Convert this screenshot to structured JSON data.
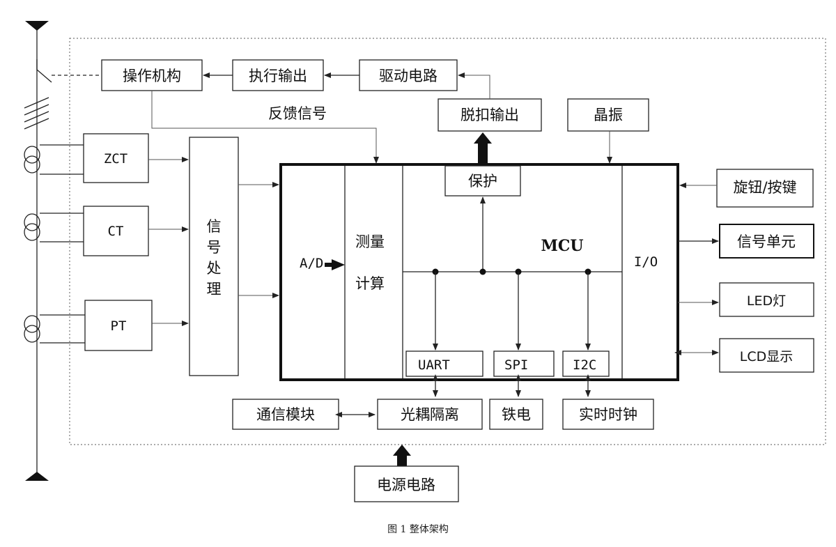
{
  "blocks": {
    "operating_mechanism": "操作机构",
    "execute_output": "执行输出",
    "drive_circuit": "驱动电路",
    "trip_output": "脱扣输出",
    "crystal": "晶振",
    "feedback_signal": "反馈信号",
    "zct": "ZCT",
    "ct": "CT",
    "pt": "PT",
    "signal_processing": [
      "信",
      "号",
      "处",
      "理"
    ],
    "ad": "A/D",
    "measure_calc": [
      "测量",
      "计算"
    ],
    "protection": "保护",
    "mcu": "MCU",
    "io": "I/O",
    "uart": "UART",
    "spi": "SPI",
    "i2c": "I2C",
    "knob_keys": "旋钮/按键",
    "signal_unit": "信号单元",
    "led_light": "LED灯",
    "lcd_display": "LCD显示",
    "comm_module": "通信模块",
    "optocoupler": "光耦隔离",
    "fram": "铁电",
    "rtc": "实时时钟",
    "power_circuit": "电源电路"
  },
  "caption": "图 1  整体架构"
}
